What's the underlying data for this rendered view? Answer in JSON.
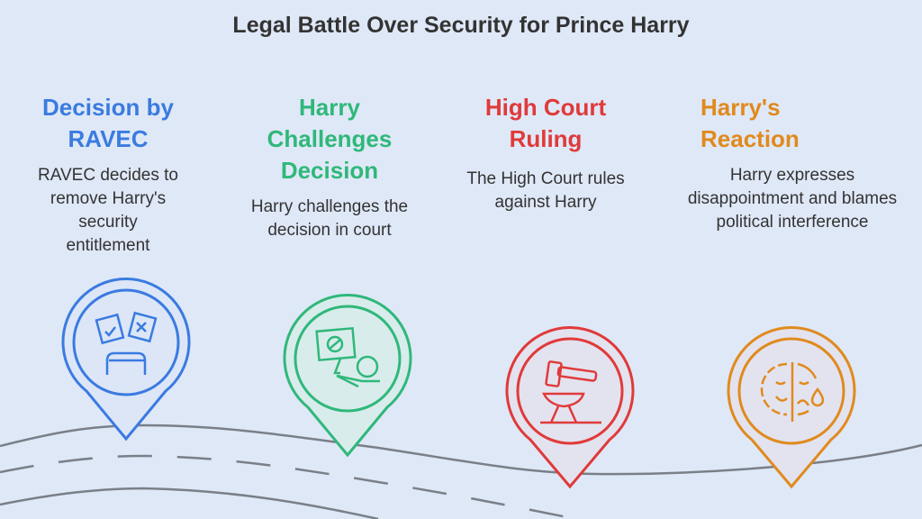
{
  "title": "Legal Battle Over Security for Prince Harry",
  "steps": [
    {
      "heading_lines": [
        "Decision by",
        "RAVEC"
      ],
      "text": "RAVEC decides to remove Harry's security entitlement",
      "color": "#3a7be0",
      "icon": "voting-decision-icon"
    },
    {
      "heading_lines": [
        "Harry",
        "Challenges",
        "Decision"
      ],
      "text": "Harry challenges the decision in court",
      "color": "#2fb87a",
      "icon": "protest-sign-icon"
    },
    {
      "heading_lines": [
        "High Court",
        "Ruling"
      ],
      "text": "The High Court rules against Harry",
      "color": "#e03a3a",
      "icon": "gavel-anvil-icon"
    },
    {
      "heading_lines": [
        "Harry's",
        "Reaction"
      ],
      "text": "Harry expresses disappointment and blames political interference",
      "color": "#e08a1e",
      "icon": "sad-face-icon"
    }
  ]
}
